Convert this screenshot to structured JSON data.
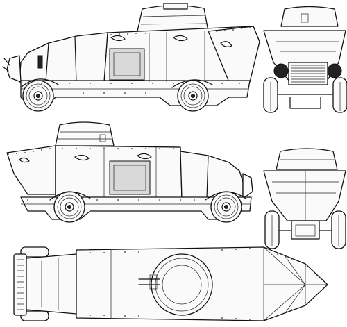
{
  "drawing": {
    "subject": "armored-car-four-view-blueprint",
    "line_color": "#111111",
    "paper_color": "#ffffff",
    "views": [
      {
        "id": "side-left-view",
        "icon": "armored-car-side-left"
      },
      {
        "id": "front-view",
        "icon": "armored-car-front"
      },
      {
        "id": "side-right-view",
        "icon": "armored-car-side-right"
      },
      {
        "id": "rear-view",
        "icon": "armored-car-rear"
      },
      {
        "id": "top-view",
        "icon": "armored-car-top"
      }
    ]
  }
}
